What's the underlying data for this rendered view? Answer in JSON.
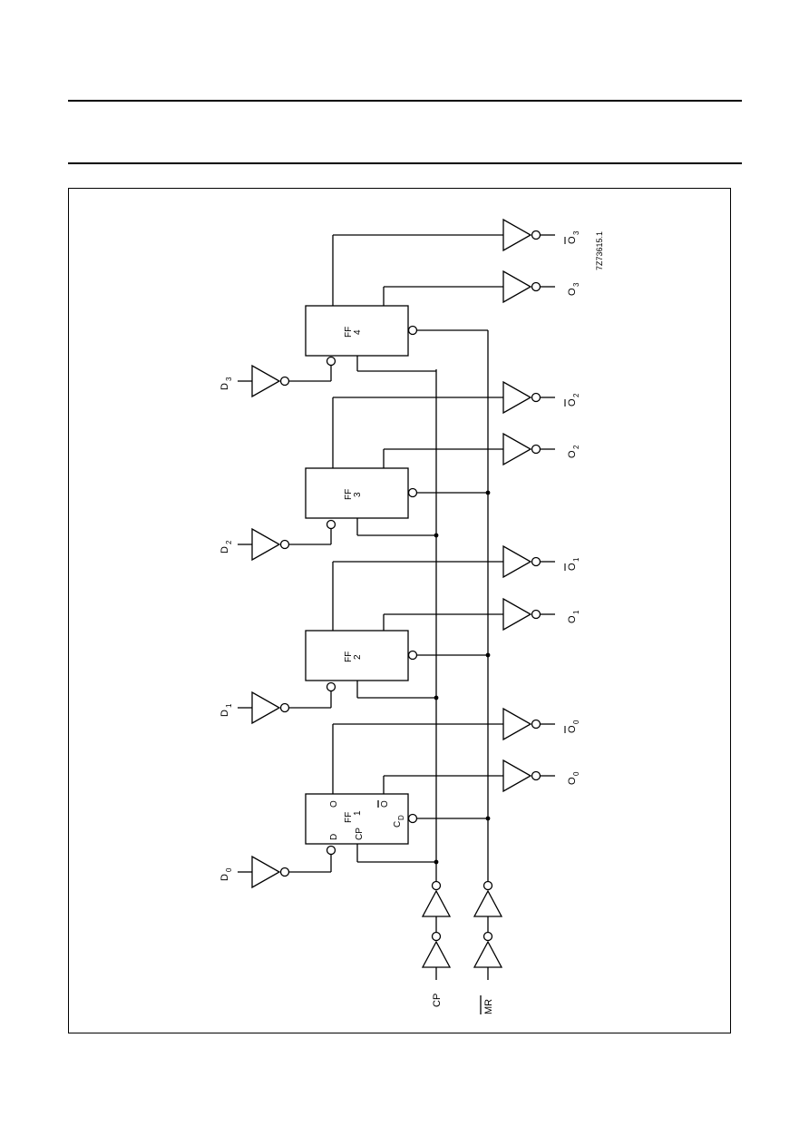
{
  "page": {
    "drawing_code": "7Z73615.1"
  },
  "inputs": {
    "clock": "CP",
    "master_reset": "MR",
    "data": [
      {
        "name": "D",
        "sub": "0"
      },
      {
        "name": "D",
        "sub": "1"
      },
      {
        "name": "D",
        "sub": "2"
      },
      {
        "name": "D",
        "sub": "3"
      }
    ]
  },
  "outputs": [
    {
      "name": "O",
      "sub": "0",
      "inverted": false
    },
    {
      "name": "O",
      "sub": "0",
      "inverted": true
    },
    {
      "name": "O",
      "sub": "1",
      "inverted": false
    },
    {
      "name": "O",
      "sub": "1",
      "inverted": true
    },
    {
      "name": "O",
      "sub": "2",
      "inverted": false
    },
    {
      "name": "O",
      "sub": "2",
      "inverted": true
    },
    {
      "name": "O",
      "sub": "3",
      "inverted": false
    },
    {
      "name": "O",
      "sub": "3",
      "inverted": true
    }
  ],
  "flipflops": [
    {
      "label": "FF",
      "number": "1"
    },
    {
      "label": "FF",
      "number": "2"
    },
    {
      "label": "FF",
      "number": "3"
    },
    {
      "label": "FF",
      "number": "4"
    }
  ],
  "ff1_pins": {
    "d": "D",
    "q": "O",
    "cp": "CP",
    "qbar": "O",
    "cd": "C",
    "cd_sub": "D"
  }
}
